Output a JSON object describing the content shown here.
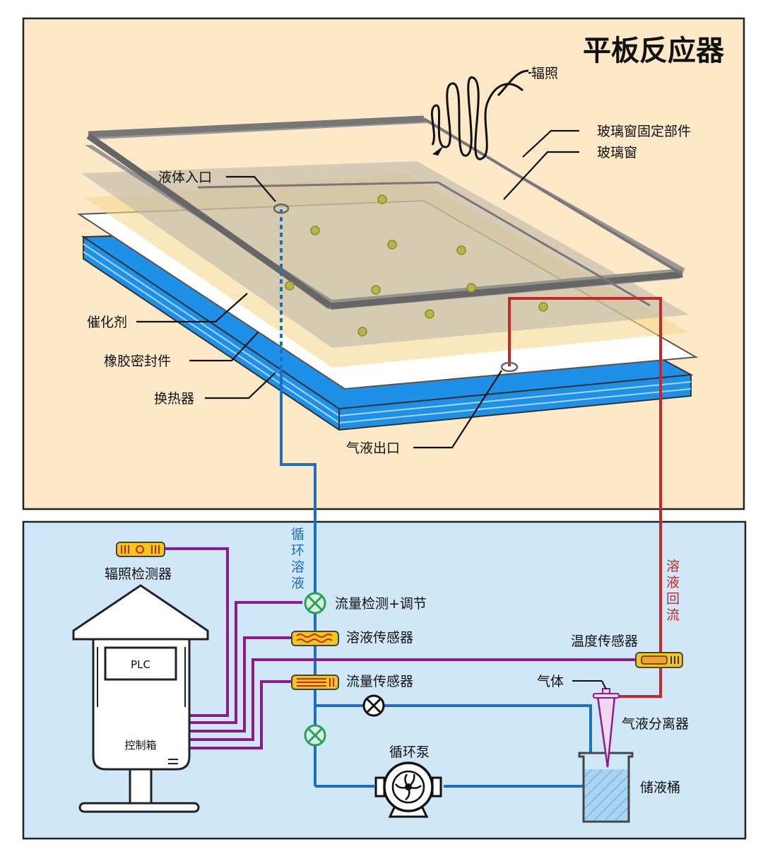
{
  "title": "平板反应器",
  "reactor_labels": {
    "irradiation": "辐照",
    "glass_holder": "玻璃窗固定部件",
    "glass_window": "玻璃窗",
    "liquid_inlet": "液体入口",
    "catalyst": "催化剂",
    "rubber_seal": "橡胶密封件",
    "heat_exchanger": "换热器",
    "gas_liquid_outlet": "气液出口"
  },
  "system_labels": {
    "circulating_solution": [
      "循",
      "环",
      "溶",
      "液"
    ],
    "solution_return": [
      "溶",
      "液",
      "回",
      "流"
    ],
    "irradiation_detector": "辐照检测器",
    "flow_detect_adjust": "流量检测+调节",
    "solution_sensor": "溶液传感器",
    "temperature_sensor": "温度传感器",
    "flow_sensor": "流量传感器",
    "gas": "气体",
    "gas_liquid_separator": "气液分离器",
    "circulation_pump": "循环泵",
    "storage_tank": "储液桶",
    "plc": "PLC",
    "control_box": "控制箱"
  },
  "colors": {
    "top_panel": "#fde8c8",
    "bottom_panel": "#cfe7f7",
    "blue_pipe": "#1f6fbf",
    "red_pipe": "#c62828",
    "purple_wire": "#8e1b8e",
    "valve_green": "#2aa05a",
    "heat_exchanger": "#1e90e8",
    "sensor_yellow": "#f5c518"
  }
}
